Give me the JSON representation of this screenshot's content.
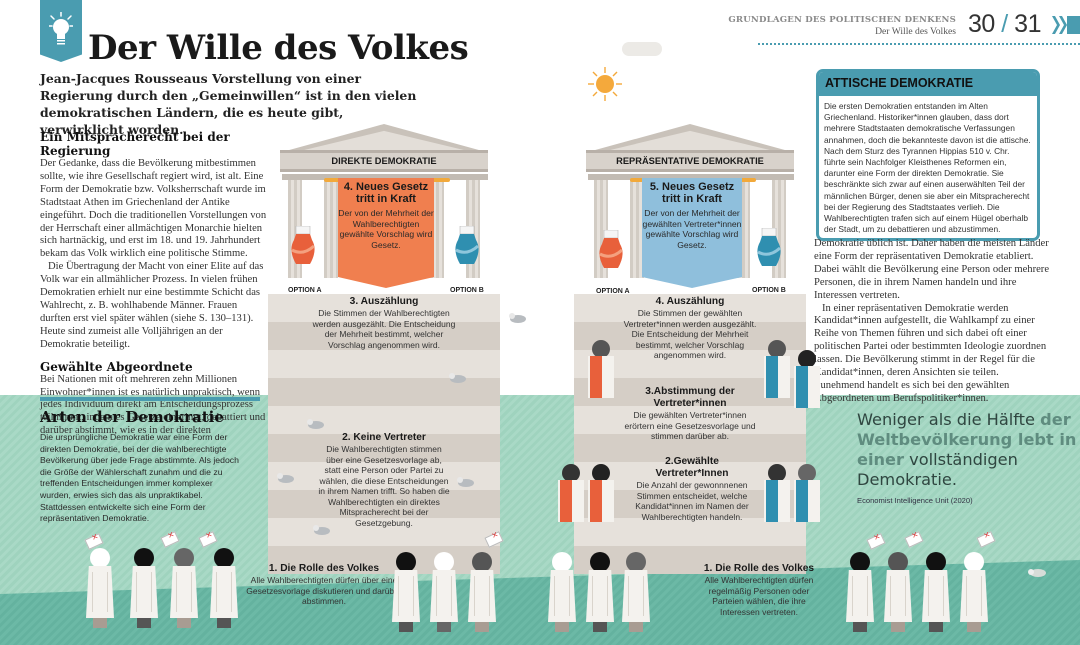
{
  "header": {
    "section": "GRUNDLAGEN DES POLITISCHEN DENKENS",
    "subsection": "Der Wille des Volkes",
    "page_left": "30",
    "page_sep": "/",
    "page_right": "31",
    "icon": "lightbulb-icon",
    "next_icon": "chevron-right-icon"
  },
  "title": "Der Wille des Volkes",
  "lead": "Jean-Jacques Rousseaus Vorstellung von einer Regierung durch den „Gemeinwillen“ ist in den vielen demokratischen Ländern, die es heute gibt, verwirklicht worden.",
  "sections": {
    "mitsprache": {
      "heading": "Ein Mitspracherecht bei der Regierung",
      "p1": "Der Gedanke, dass die Bevölkerung mitbestimmen sollte, wie ihre Gesellschaft regiert wird, ist alt. Eine Form der Demokratie bzw. Volksherrschaft wurde im Stadtstaat Athen im Griechenland der Antike eingeführt. Doch die traditionellen Vorstellungen von der Herrschaft einer allmächtigen Monarchie hielten sich hartnäckig, und erst im 18. und 19. Jahrhundert bekam das Volk wirklich eine politische Stimme.",
      "p2": "Die Übertragung der Macht von einer Elite auf das Volk war ein allmählicher Prozess. In vielen frühen Demokratien erhielt nur eine bestimmte Schicht das Wahlrecht, z. B. wohlhabende Männer. Frauen durften erst viel später wählen (siehe S. 130–131). Heute sind zumeist alle Volljährigen an der Demokratie beteiligt."
    },
    "abgeordnete": {
      "heading": "Gewählte Abgeordnete",
      "p1": "Bei Nationen mit oft mehreren zehn Millionen Einwohner*innen ist es natürlich unpraktisch, wenn jedes Individuum direkt am Entscheidungsprozess teilnimmt, indem es Gesetze einbringt, debattiert und darüber abstimmt, wie es in der direkten"
    },
    "arten": {
      "heading": "Arten der Demokratie",
      "p1": "Die ursprüngliche Demokratie war eine Form der direkten Demokratie, bei der die wahlberechtigte Bevölkerung über jede Frage abstimmte. Als jedoch die Größe der Wählerschaft zunahm und die zu treffenden Entscheidungen immer komplexer wurden, erwies sich das als unpraktikabel. Stattdessen entwickelte sich eine Form der repräsentativen Demokratie."
    },
    "continuation": {
      "p1": "Demokratie üblich ist. Daher haben die meisten Länder eine Form der repräsentativen Demokratie etabliert. Dabei wählt die Bevölkerung eine Person oder mehrere Personen, die in ihrem Namen handeln und ihre Interessen vertreten.",
      "p2": "In einer repräsentativen Demokratie werden Kandidat*innen aufgestellt, die Wahlkampf zu einer Reihe von Themen führen und sich dabei oft einer politischen Partei oder bestimmten Ideologie zuordnen lassen. Die Bevölkerung stimmt in der Regel für die Kandidat*innen, deren Ansichten sie teilen. Zunehmend handelt es sich bei den gewählten Abgeordneten um Berufspolitiker*innen."
    }
  },
  "attic_box": {
    "heading": "ATTISCHE DEMOKRATIE",
    "text": "Die ersten Demokratien entstanden im Alten Griechenland. Historiker*innen glauben, dass dort mehrere Stadtstaaten demokratische Verfassungen annahmen, doch die bekannteste davon ist die attische. Nach dem Sturz des Tyrannen Hippias 510 v. Chr. führte sein Nachfolger Kleisthenes Reformen ein, darunter eine Form der direkten Demokratie. Sie beschränkte sich zwar auf einen auserwählten Teil der männlichen Bürger, denen sie aber ein Mitspracherecht bei der Regierung des Stadtstaates verlieh. Die Wahlberechtigten trafen sich auf einem Hügel oberhalb der Stadt, um zu debattieren und abzustimmen."
  },
  "quote": {
    "line1": "Weniger als die Hälfte",
    "mid": "der Weltbevölkerung lebt in einer",
    "end": "vollständigen Demokratie.",
    "source": "Economist Intelligence Unit (2020)"
  },
  "direct": {
    "label": "DIREKTE DEMOKRATIE",
    "option_a": "OPTION A",
    "option_b": "OPTION B",
    "banner_color": "#f07f4f",
    "step4_title": "4. Neues Gesetz tritt in Kraft",
    "step4_text": "Der von der Mehrheit der Wahlberechtigten gewählte Vorschlag wird Gesetz.",
    "step3_title": "3. Auszählung",
    "step3_text": "Die Stimmen der Wahlberechtigten werden ausgezählt. Die Entscheidung der Mehrheit bestimmt, welcher Vorschlag angenommen wird.",
    "step2_title": "2. Keine Vertreter",
    "step2_text": "Die Wahlberechtigten stimmen über eine Gesetzesvorlage ab, statt eine Person oder Partei zu wählen, die diese Entscheidungen in ihrem Namen trifft. So haben die Wahlberechtigten ein direktes Mitspracherecht bei der Gesetzgebung.",
    "step1_title": "1. Die Rolle des Volkes",
    "step1_text": "Alle Wahlberechtigten dürfen über eine Gesetzesvorlage diskutieren und darüber abstimmen."
  },
  "representative": {
    "label": "REPRÄSENTATIVE DEMOKRATIE",
    "option_a": "OPTION A",
    "option_b": "OPTION B",
    "banner_color": "#8fbfdc",
    "step5_title": "5. Neues Gesetz tritt in Kraft",
    "step5_text": "Der von der Mehrheit der gewählten Vertreter*innen gewählte Vorschlag wird Gesetz.",
    "step4_title": "4. Auszählung",
    "step4_text": "Die Stimmen der gewählten Vertreter*innen werden ausgezählt. Die Entscheidung der Mehrheit bestimmt, welcher Vorschlag angenommen wird.",
    "step3_title": "3.Abstimmung der Vertreter*innen",
    "step3_text": "Die gewählten Vertreter*innen erörtern eine Gesetzesvorlage und stimmen darüber ab.",
    "step2_title": "2.Gewählte Vertreter*Innen",
    "step2_text": "Die Anzahl der gewonnnenen Stimmen entscheidet, welche Kandidat*innen im Namen der Wahlberechtigten handeln.",
    "step1_title": "1. Die Rolle des Volkes",
    "step1_text": "Alle Wahlberechtigten dürfen regelmäßig Personen oder Parteien wählen, die ihre Interessen vertreten."
  },
  "colors": {
    "accent": "#4a9cb0",
    "orange": "#f07f4f",
    "blue": "#2f8fb0",
    "green_bg": "#a9d9c6",
    "green_floor": "#6cb9a6",
    "stone": "#d5cec6",
    "sun": "#f4a93c"
  }
}
